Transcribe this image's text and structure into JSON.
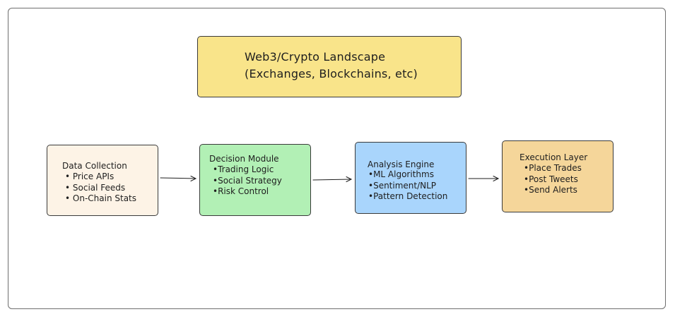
{
  "header": {
    "line1": "Web3/Crypto Landscape",
    "line2": "(Exchanges, Blockchains, etc)"
  },
  "nodes": {
    "data_collection": {
      "title": "Data Collection",
      "items": [
        "• Price APIs",
        "• Social Feeds",
        "• On-Chain Stats"
      ]
    },
    "decision_module": {
      "title": "Decision Module",
      "items": [
        "•Trading Logic",
        "•Social Strategy",
        "•Risk Control"
      ]
    },
    "analysis_engine": {
      "title": "Analysis Engine",
      "items": [
        "•ML Algorithms",
        "•Sentiment/NLP",
        "•Pattern Detection"
      ]
    },
    "execution_layer": {
      "title": "Execution Layer",
      "items": [
        "•Place Trades",
        "•Post Tweets",
        "•Send Alerts"
      ]
    }
  },
  "colors": {
    "landscape": "#f9e48a",
    "data_collection": "#fdf3e6",
    "decision_module": "#b2f0b5",
    "analysis_engine": "#a9d5fc",
    "execution_layer": "#f5d69a",
    "stroke": "#3a3a3a"
  }
}
